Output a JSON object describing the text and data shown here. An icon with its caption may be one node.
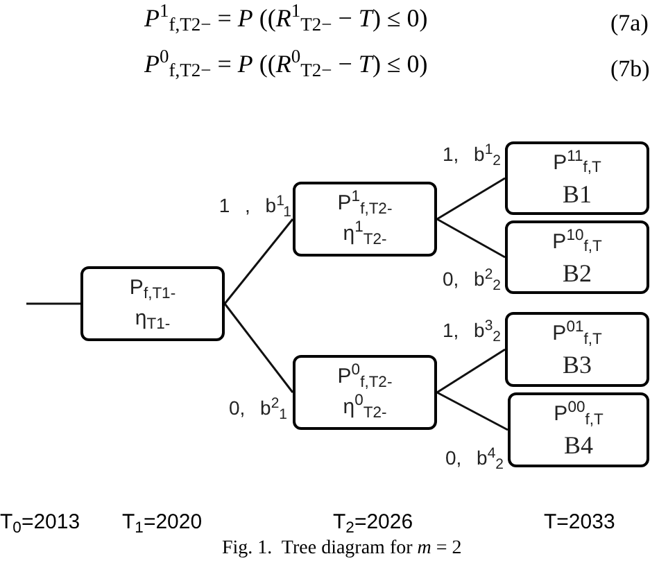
{
  "diagram": {
    "caption": "Fig. 1.  Tree diagram for *m* = 2",
    "nodes": [
      {
        "text": [
          "P$_{f,T1-}$",
          "η$_{T1-}$"
        ]
      },
      {
        "text": [
          "P$^{1}$$_{f,T2-}$",
          "η$^{1}$$_{T2-}$"
        ]
      },
      {
        "text": [
          "P$^{0}$$_{f,T2-}$",
          "η$^{0}$$_{T2-}$"
        ]
      },
      {
        "text": [
          "P$^{11}$$_{f,T}$",
          "B1"
        ]
      },
      {
        "text": [
          "P$^{10}$$_{f,T}$",
          "B2"
        ]
      },
      {
        "text": [
          "P$^{01}$$_{f,T}$",
          "B3"
        ]
      },
      {
        "text": [
          "P$^{00}$$_{f,T}$",
          "B4"
        ]
      }
    ],
    "edges": [
      {
        "from": null,
        "to": 0,
        "arrow": "none"
      },
      {
        "from": 0,
        "to": 1,
        "arrow": "none",
        "label": "1 , b$^{1}$$_{1}$"
      },
      {
        "from": 0,
        "to": 2,
        "arrow": "none",
        "label": "0, b$^{2}$$_{1}$"
      },
      {
        "from": 1,
        "to": 3,
        "arrow": "none",
        "label": "1, b$^{1}$$_{2}$"
      },
      {
        "from": 1,
        "to": 4,
        "arrow": "none",
        "label": "0, b$^{2}$$_{2}$"
      },
      {
        "from": 2,
        "to": 5,
        "arrow": "none",
        "label": "1, b$^{3}$$_{2}$"
      },
      {
        "from": 2,
        "to": 6,
        "arrow": "none",
        "label": "0, b$^{4}$$_{2}$"
      }
    ],
    "labels": [
      "*P*$^{1}$$_{f,T2−}$ = *P* ((*R*$^{1}$$_{T2−}$ − *T*) ≤ 0)",
      "(7a)",
      "*P*$^{0}$$_{f,T2−}$ = *P* ((*R*$^{0}$$_{T2−}$ − *T*) ≤ 0)",
      "(7b)",
      "T$_{0}$=2013",
      "T$_{1}$=2020",
      "T$_{2}$=2026",
      "T=2033"
    ]
  }
}
